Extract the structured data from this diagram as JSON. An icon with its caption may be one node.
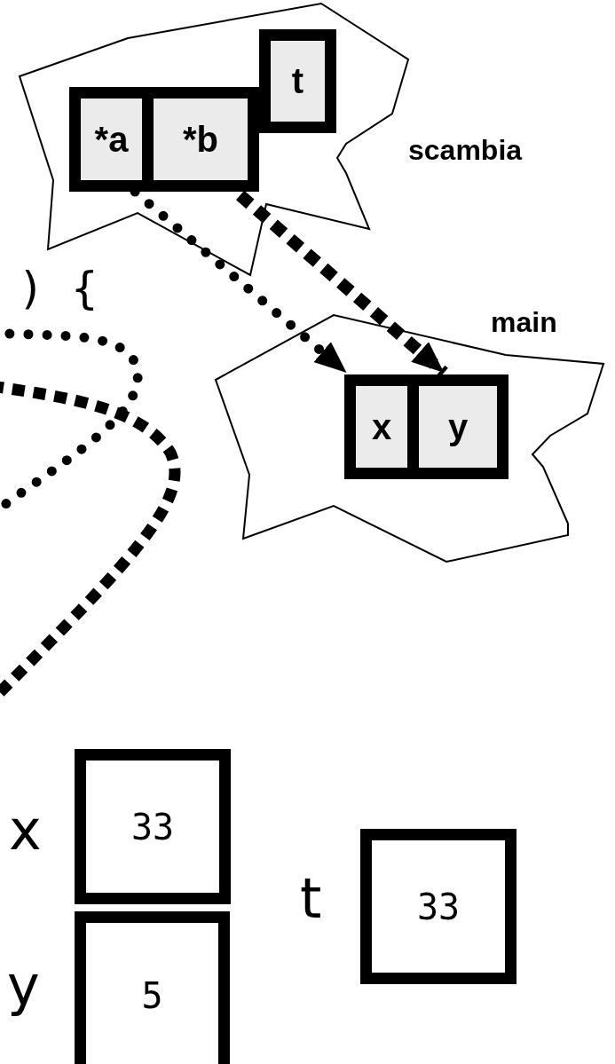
{
  "diagram": {
    "nodes": [
      {
        "text": [
          "scambia"
        ]
      },
      {
        "text": [
          "*a"
        ],
        "in": 0
      },
      {
        "text": [
          "*b"
        ],
        "in": 0
      },
      {
        "text": [
          "t"
        ],
        "in": 0
      },
      {
        "text": [
          "main"
        ]
      },
      {
        "text": [
          "x"
        ],
        "in": 4
      },
      {
        "text": [
          "y"
        ],
        "in": 4
      },
      {
        "text": [
          "33"
        ],
        "beside": [
          "x"
        ]
      },
      {
        "text": [
          "5"
        ],
        "beside": [
          "y"
        ]
      },
      {
        "text": [
          "33"
        ],
        "beside": [
          "t"
        ]
      }
    ],
    "edges": [
      {
        "from": 1,
        "to": 5,
        "arrow": "to"
      },
      {
        "from": 2,
        "to": 6,
        "arrow": "to",
        "style": "dashed"
      }
    ],
    "labels": [
      ") {"
    ]
  }
}
